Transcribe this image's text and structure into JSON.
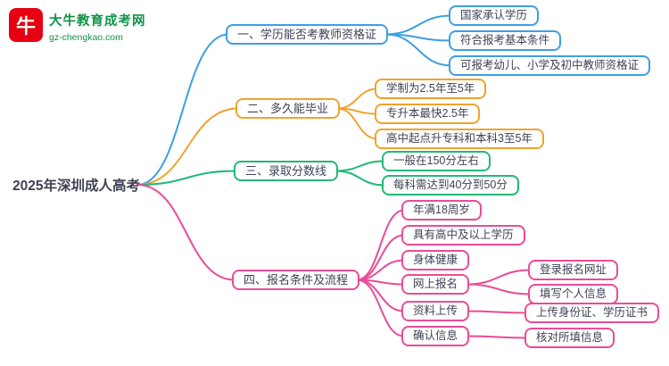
{
  "brand": {
    "logo_glyph": "牛",
    "site_name": "大牛教育成考网",
    "site_url": "gz-chengkao.com",
    "logo_color": "#e60012",
    "text_color": "#0f9347"
  },
  "root": {
    "label": "2025年深圳成人高考"
  },
  "branches": [
    {
      "label": "一、学历能否考教师资格证",
      "color": "#3d9fe3",
      "children": [
        {
          "label": "国家承认学历"
        },
        {
          "label": "符合报考基本条件"
        },
        {
          "label": "可报考幼儿、小学及初中教师资格证"
        }
      ]
    },
    {
      "label": "二、多久能毕业",
      "color": "#f0a32f",
      "children": [
        {
          "label": "学制为2.5年至5年"
        },
        {
          "label": "专升本最快2.5年"
        },
        {
          "label": "高中起点升专科和本科3至5年"
        }
      ]
    },
    {
      "label": "三、录取分数线",
      "color": "#23b877",
      "children": [
        {
          "label": "一般在150分左右"
        },
        {
          "label": "每科需达到40分到50分"
        }
      ]
    },
    {
      "label": "四、报名条件及流程",
      "color": "#ea4c96",
      "children": [
        {
          "label": "年满18周岁"
        },
        {
          "label": "具有高中及以上学历"
        },
        {
          "label": "身体健康"
        },
        {
          "label": "网上报名",
          "children": [
            {
              "label": "登录报名网址"
            },
            {
              "label": "填写个人信息"
            }
          ]
        },
        {
          "label": "资料上传",
          "children": [
            {
              "label": "上传身份证、学历证书"
            }
          ]
        },
        {
          "label": "确认信息",
          "children": [
            {
              "label": "核对所填信息"
            }
          ]
        }
      ]
    }
  ]
}
